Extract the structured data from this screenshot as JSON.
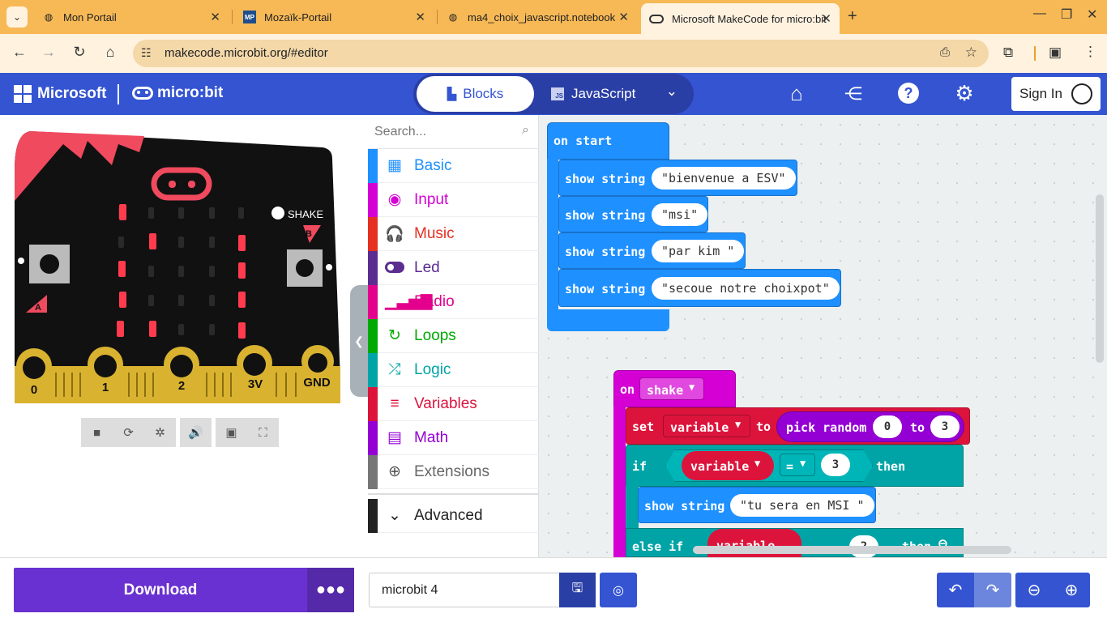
{
  "browser": {
    "tabs": [
      {
        "title": "Mon Portail",
        "icon": "globe-icon"
      },
      {
        "title": "Mozaïk-Portail",
        "icon": "mp-icon",
        "favtext": "MP"
      },
      {
        "title": "ma4_choix_javascript.notebook",
        "icon": "globe-icon"
      },
      {
        "title": "Microsoft MakeCode for micro:bit",
        "icon": "makecode-icon"
      }
    ],
    "url": "makecode.microbit.org/#editor",
    "colors": {
      "tabbar": "#f7b955",
      "toolbar": "#fff2df"
    }
  },
  "header": {
    "brand": "Microsoft",
    "product": "micro:bit",
    "blocks_label": "Blocks",
    "js_label": "JavaScript",
    "js_badge": "JS",
    "signin_label": "Sign In",
    "colors": {
      "header": "#3454d1"
    }
  },
  "simulator": {
    "shake_label": "SHAKE",
    "button_a": "A",
    "button_b": "B",
    "pins": [
      "0",
      "1",
      "2",
      "3V",
      "GND"
    ]
  },
  "toolbox": {
    "search_placeholder": "Search...",
    "categories": [
      {
        "label": "Basic",
        "color": "#1e90ff",
        "icon": "grid-icon"
      },
      {
        "label": "Input",
        "color": "#d400d4",
        "icon": "target-icon"
      },
      {
        "label": "Music",
        "color": "#e63022",
        "icon": "headphones-icon"
      },
      {
        "label": "Led",
        "color": "#5c2d91",
        "icon": "toggle-icon"
      },
      {
        "label": "Radio",
        "color": "#e3008c",
        "icon": "signal-icon"
      },
      {
        "label": "Loops",
        "color": "#00aa00",
        "icon": "loop-icon"
      },
      {
        "label": "Logic",
        "color": "#00a4a6",
        "icon": "shuffle-icon"
      },
      {
        "label": "Variables",
        "color": "#dc143c",
        "icon": "lines-icon"
      },
      {
        "label": "Math",
        "color": "#9400d3",
        "icon": "calculator-icon"
      },
      {
        "label": "Extensions",
        "color": "#777777",
        "icon": "plus-circle-icon"
      }
    ],
    "advanced_label": "Advanced"
  },
  "workspace": {
    "on_start": {
      "label": "on start",
      "show_string_label": "show string",
      "strings": [
        "bienvenue a ESV",
        "msi",
        "par kim ",
        "secoue notre choixpot"
      ]
    },
    "on_shake": {
      "label": "on",
      "gesture": "shake",
      "set_label": "set",
      "variable": "variable",
      "to_label": "to",
      "pick_random": "pick random",
      "rand_from": "0",
      "rand_to": "3",
      "if_label": "if",
      "op": "=",
      "cmp1": "3",
      "then_label": "then",
      "show_string_label": "show string",
      "str1": "tu sera en MSI ",
      "else_if_label": "else if",
      "cmp2": "2"
    }
  },
  "footer": {
    "download_label": "Download",
    "project_name": "microbit 4"
  }
}
